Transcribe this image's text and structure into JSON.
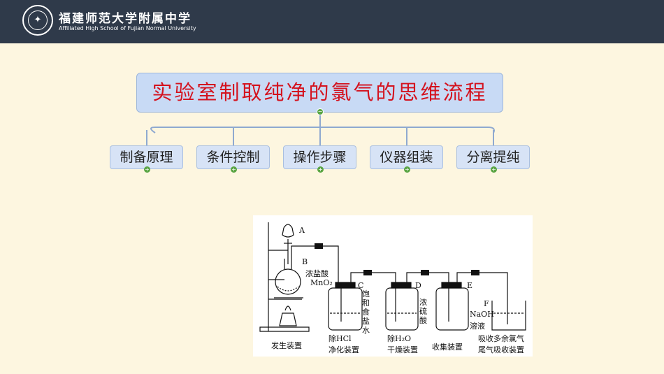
{
  "header": {
    "school_name_cn": "福建师范大学附属中学",
    "school_name_en": "Affiliated High School of Fujian Normal University",
    "logo_icon": "school-seal-icon"
  },
  "mindmap": {
    "title": "实验室制取纯净的氯气的思维流程",
    "branches": [
      {
        "label": "制备原理"
      },
      {
        "label": "条件控制"
      },
      {
        "label": "操作步骤"
      },
      {
        "label": "仪器组装"
      },
      {
        "label": "分离提纯"
      }
    ],
    "colors": {
      "title_text": "#d4121e",
      "node_bg": "#d7e3f6",
      "connector": "#8fa9d0",
      "expand_dot": "#5aa544"
    }
  },
  "apparatus": {
    "labels": {
      "A": "A",
      "B": "B",
      "C": "C",
      "D": "D",
      "E": "E",
      "F": "F",
      "hcl": "浓盐酸",
      "mno2": "MnO₂",
      "sat_salt": "饱和食盐水",
      "conc_acid": "浓硫酸",
      "naoh": "NaOH",
      "solution": "溶液",
      "gen": "发生装置",
      "remove_hcl": "除HCl",
      "purify": "净化装置",
      "remove_h2o": "除H₂O",
      "dry": "干燥装置",
      "collect": "收集装置",
      "absorb": "吸收多余氯气",
      "tail": "尾气吸收装置"
    }
  }
}
